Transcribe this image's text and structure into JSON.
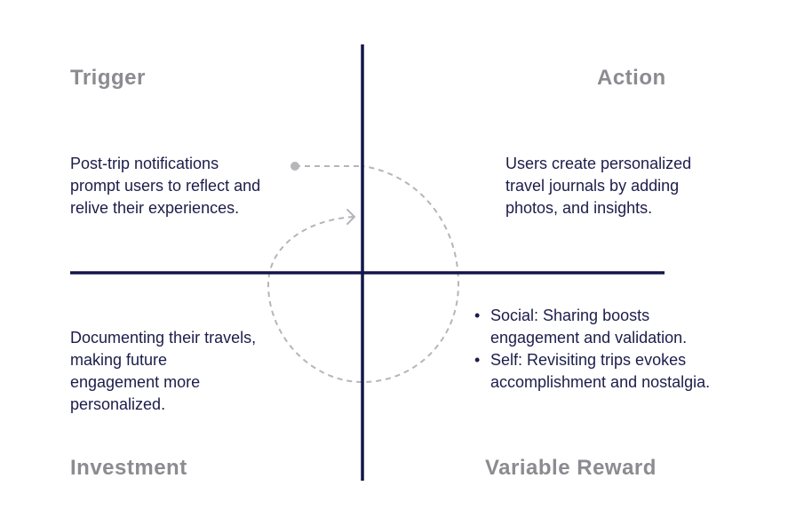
{
  "colors": {
    "axis": "#13164a",
    "heading": "#8b8b90",
    "text": "#1c1d4a",
    "loop": "#b5b5ba",
    "background": "#ffffff"
  },
  "quadrants": {
    "trigger": {
      "title": "Trigger",
      "text": "Post-trip notifications prompt users to reflect and relive their experiences."
    },
    "action": {
      "title": "Action",
      "text": "Users create personalized travel journals by adding photos, and insights."
    },
    "investment": {
      "title": "Investment",
      "text": "Documenting their travels, making future engagement more personalized."
    },
    "variable_reward": {
      "title": "Variable Reward",
      "bullets": [
        "Social: Sharing boosts engagement and validation.",
        "Self: Revisiting trips evokes accomplishment and nostalgia."
      ]
    }
  }
}
